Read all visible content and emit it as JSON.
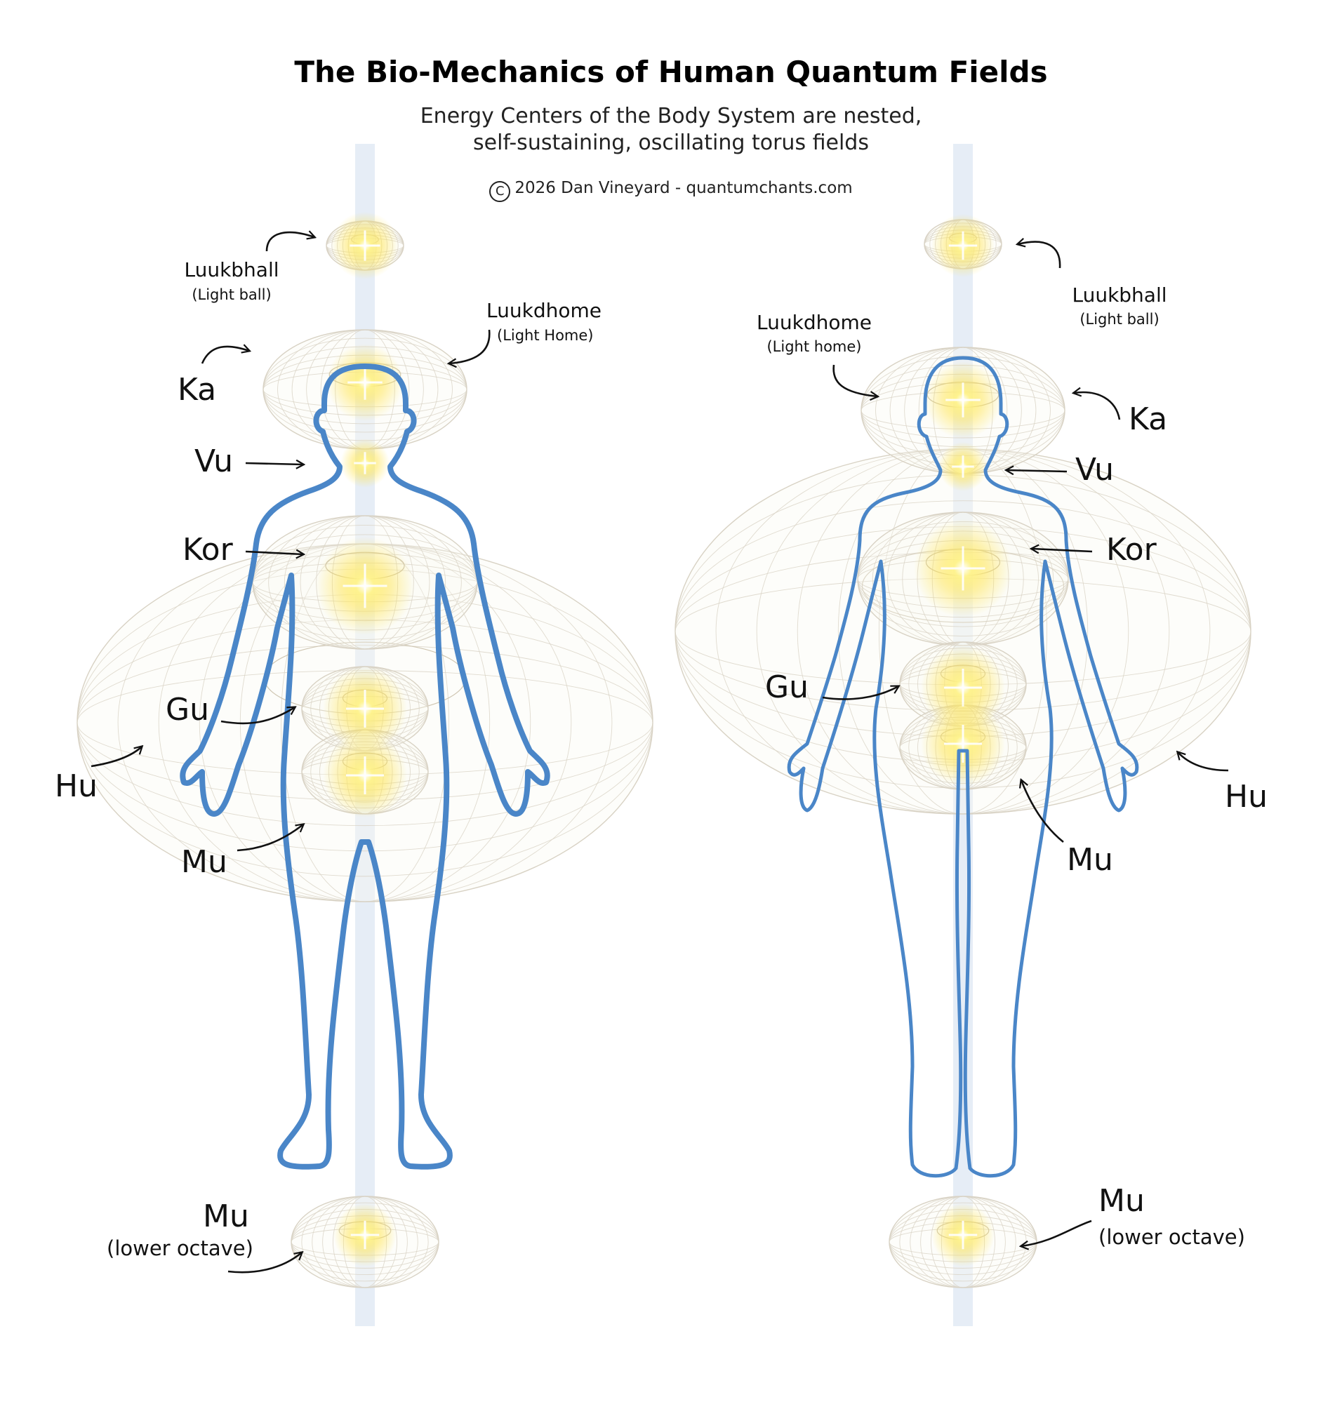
{
  "header": {
    "title": "The Bio-Mechanics of Human Quantum Fields",
    "subtitle_line1": "Energy Centers of the Body System are nested,",
    "subtitle_line2": "self-sustaining, oscillating torus fields",
    "copyright_symbol": "C",
    "copyright_text": "2026 Dan Vineyard - quantumchants.com"
  },
  "colors": {
    "outline": "#4a86c8",
    "glow": "#ffe44d",
    "torus_grid": "#d8d2c4",
    "channel": "#dbe6f2"
  },
  "left_figure": {
    "luukbhall": "Luukbhall",
    "luukbhall_sub": "(Light ball)",
    "luukdhome": "Luukdhome",
    "luukdhome_sub": "(Light Home)",
    "ka": "Ka",
    "vu": "Vu",
    "kor": "Kor",
    "gu": "Gu",
    "hu": "Hu",
    "mu": "Mu",
    "mu_lower": "Mu",
    "mu_lower_sub": "(lower octave)"
  },
  "right_figure": {
    "luukbhall": "Luukbhall",
    "luukbhall_sub": "(Light ball)",
    "luukdhome": "Luukdhome",
    "luukdhome_sub": "(Light home)",
    "ka": "Ka",
    "vu": "Vu",
    "kor": "Kor",
    "gu": "Gu",
    "hu": "Hu",
    "mu": "Mu",
    "mu_lower": "Mu",
    "mu_lower_sub": "(lower octave)"
  }
}
